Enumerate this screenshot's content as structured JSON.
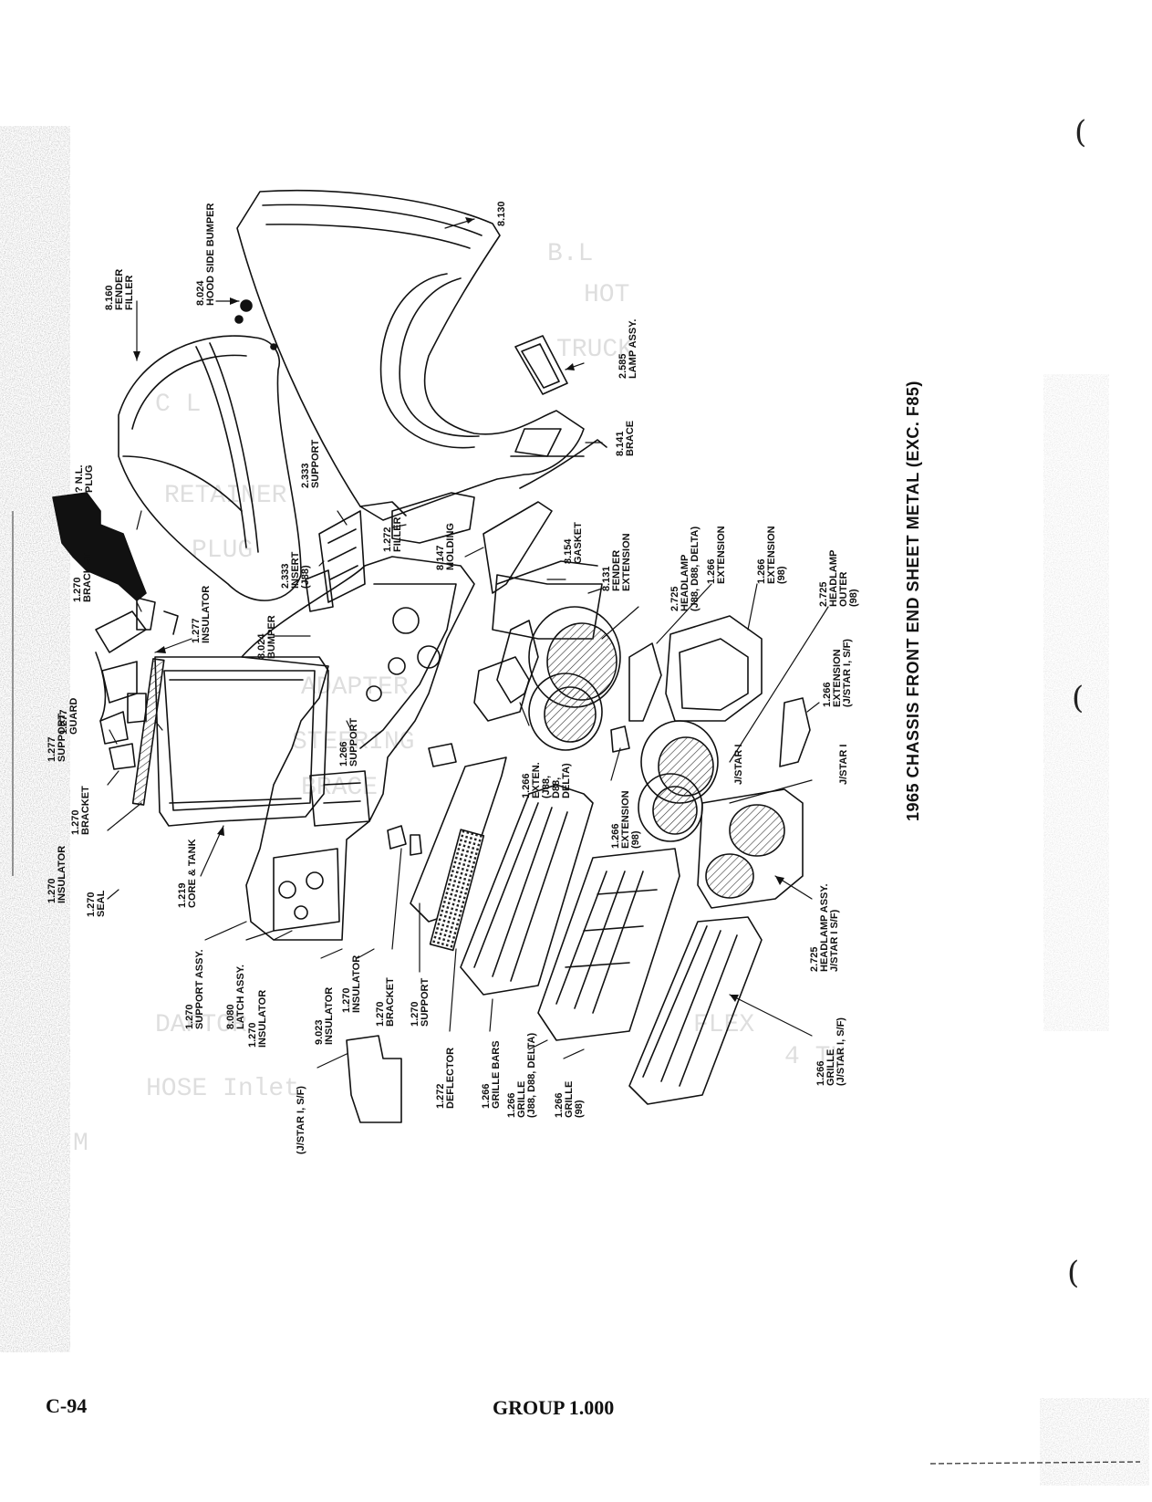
{
  "title": "1965 CHASSIS FRONT END SHEET METAL (EXC. F85)",
  "footer": {
    "page_number": "C-94",
    "group": "GROUP 1.000"
  },
  "labels": [
    {
      "id": "fender",
      "lines": [
        "8.130"
      ]
    },
    {
      "id": "hood-bumper",
      "lines": [
        "8.024",
        "HOOD SIDE BUMPER"
      ]
    },
    {
      "id": "fender-filler",
      "lines": [
        "8.160",
        "FENDER",
        "FILLER"
      ]
    },
    {
      "id": "lamp-assy",
      "lines": [
        "2.585",
        "LAMP ASSY."
      ]
    },
    {
      "id": "brace",
      "lines": [
        "8.141",
        "BRACE"
      ]
    },
    {
      "id": "nl-plug",
      "lines": [
        "? N.L.",
        "PLUG"
      ]
    },
    {
      "id": "support-2333",
      "lines": [
        "2.333",
        "SUPPORT"
      ]
    },
    {
      "id": "insert",
      "lines": [
        "2.333",
        "INSERT",
        "(J88)"
      ]
    },
    {
      "id": "filler",
      "lines": [
        "1.272",
        "FILLER"
      ]
    },
    {
      "id": "molding",
      "lines": [
        "8.147",
        "MOLDING"
      ]
    },
    {
      "id": "gasket",
      "lines": [
        "8.154",
        "GASKET"
      ]
    },
    {
      "id": "fender-ext",
      "lines": [
        "8.131",
        "FENDER",
        "EXTENSION"
      ]
    },
    {
      "id": "headlamp-j88",
      "lines": [
        "2.725",
        "HEADLAMP",
        "(J88, D88, DELTA)"
      ]
    },
    {
      "id": "ext-1266-a",
      "lines": [
        "1.266",
        "EXTENSION"
      ]
    },
    {
      "id": "ext-1266-98",
      "lines": [
        "1.266",
        "EXTENSION",
        "(98)"
      ]
    },
    {
      "id": "headlamp-outer",
      "lines": [
        "2.725",
        "HEADLAMP",
        "OUTER",
        "(98)"
      ]
    },
    {
      "id": "ext-jstar",
      "lines": [
        "1.266",
        "EXTENSION",
        "(J/STAR I, S/F)"
      ]
    },
    {
      "id": "jstar-1",
      "lines": [
        "J/STAR I"
      ]
    },
    {
      "id": "jstar-2",
      "lines": [
        "J/STAR I"
      ]
    },
    {
      "id": "bracket-top",
      "lines": [
        "1.270",
        "BRACKET"
      ]
    },
    {
      "id": "insulator-1277",
      "lines": [
        "1.277",
        "INSULATOR"
      ]
    },
    {
      "id": "guard",
      "lines": [
        "1.277",
        "GUARD"
      ]
    },
    {
      "id": "support-1277",
      "lines": [
        "1.277",
        "SUPPORT"
      ]
    },
    {
      "id": "bumper-8024",
      "lines": [
        "8.024",
        "BUMPER"
      ]
    },
    {
      "id": "support-1266",
      "lines": [
        "1.266",
        "SUPPORT"
      ]
    },
    {
      "id": "exten-j88",
      "lines": [
        "1.266",
        "EXTEN.",
        "(J88,",
        "D88,",
        "DELTA)"
      ]
    },
    {
      "id": "ext-98-b",
      "lines": [
        "1.266",
        "EXTENSION",
        "(98)"
      ]
    },
    {
      "id": "bracket-1270",
      "lines": [
        "1.270",
        "BRACKET"
      ]
    },
    {
      "id": "insulator-1270-a",
      "lines": [
        "1.270",
        "INSULATOR"
      ]
    },
    {
      "id": "seal",
      "lines": [
        "1.270",
        "SEAL"
      ]
    },
    {
      "id": "core-tank",
      "lines": [
        "1.219",
        "CORE & TANK"
      ]
    },
    {
      "id": "support-assy",
      "lines": [
        "1.270",
        "SUPPORT ASSY."
      ]
    },
    {
      "id": "latch-assy",
      "lines": [
        "8.080",
        "LATCH ASSY."
      ]
    },
    {
      "id": "insulator-1270-b",
      "lines": [
        "1.270",
        "INSULATOR"
      ]
    },
    {
      "id": "insulator-9023",
      "lines": [
        "9.023",
        "INSULATOR"
      ]
    },
    {
      "id": "insulator-1270-c",
      "lines": [
        "1.270",
        "INSULATOR"
      ]
    },
    {
      "id": "bracket-1270-b",
      "lines": [
        "1.270",
        "BRACKET"
      ]
    },
    {
      "id": "support-1270",
      "lines": [
        "1.270",
        "SUPPORT"
      ]
    },
    {
      "id": "jstar-sf",
      "lines": [
        "(J/STAR I, S/F)"
      ]
    },
    {
      "id": "deflector",
      "lines": [
        "1.272",
        "DEFLECTOR"
      ]
    },
    {
      "id": "grille-bars",
      "lines": [
        "1.266",
        "GRILLE BARS"
      ]
    },
    {
      "id": "grille-j88",
      "lines": [
        "1.266",
        "GRILLE",
        "(J88, D88, DELTA)"
      ]
    },
    {
      "id": "grille-98",
      "lines": [
        "1.266",
        "GRILLE",
        "(98)"
      ]
    },
    {
      "id": "headlamp-assy",
      "lines": [
        "2.725",
        "HEADLAMP ASSY.",
        "J/STAR I S/F)"
      ]
    },
    {
      "id": "grille-jstar",
      "lines": [
        "1.266",
        "GRILLE",
        "(J/STAR I, S/F)"
      ]
    }
  ]
}
